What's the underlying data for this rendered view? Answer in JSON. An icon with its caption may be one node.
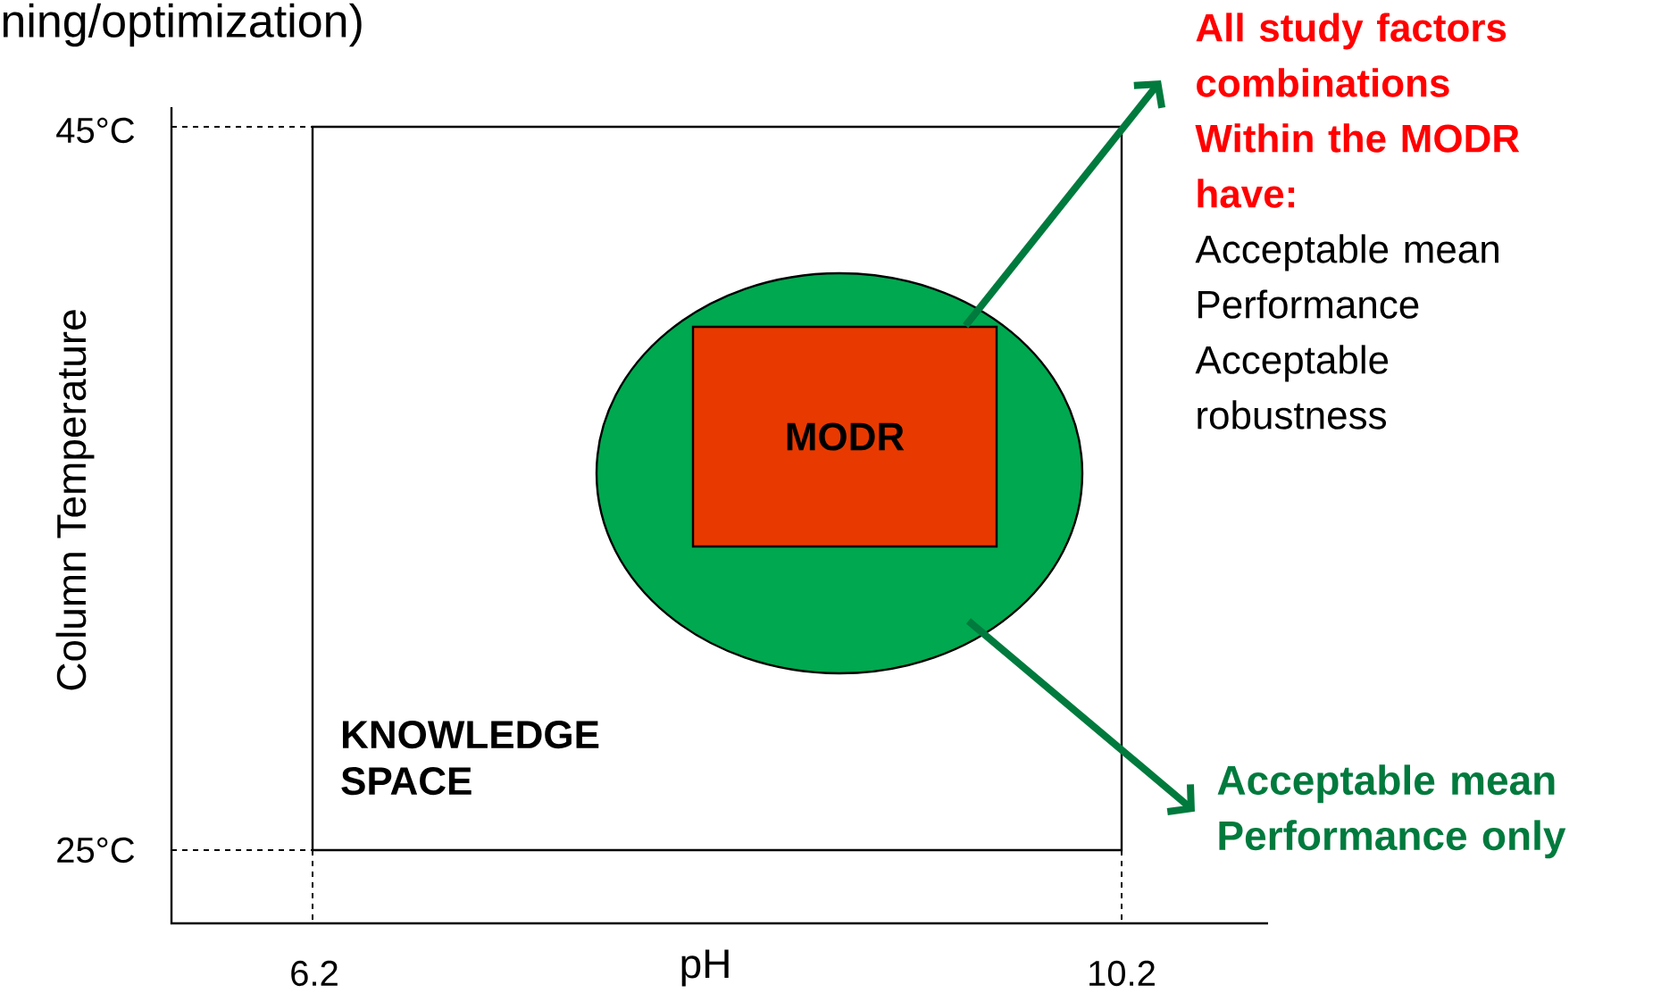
{
  "diagram": {
    "nodes": [
      {
        "text": [
          "KNOWLEDGE SPACE"
        ]
      },
      {
        "text": [],
        "shape": "circle",
        "in": 0
      },
      {
        "text": [
          "MODR"
        ],
        "in": 1
      },
      {
        "text": [
          "All study factors combinations Within the MODR have:",
          "Acceptable mean Performance Acceptable robustness"
        ]
      },
      {
        "text": [
          "Acceptable mean Performance only"
        ]
      }
    ],
    "edges": [
      {
        "from": 2,
        "to": 3,
        "arrow": "to"
      },
      {
        "from": 1,
        "to": 4,
        "arrow": "to"
      }
    ],
    "labels": [
      "ning/optimization)",
      "45°C",
      "25°C",
      "Column Temperature",
      "6.2",
      "pH",
      "10.2"
    ]
  }
}
